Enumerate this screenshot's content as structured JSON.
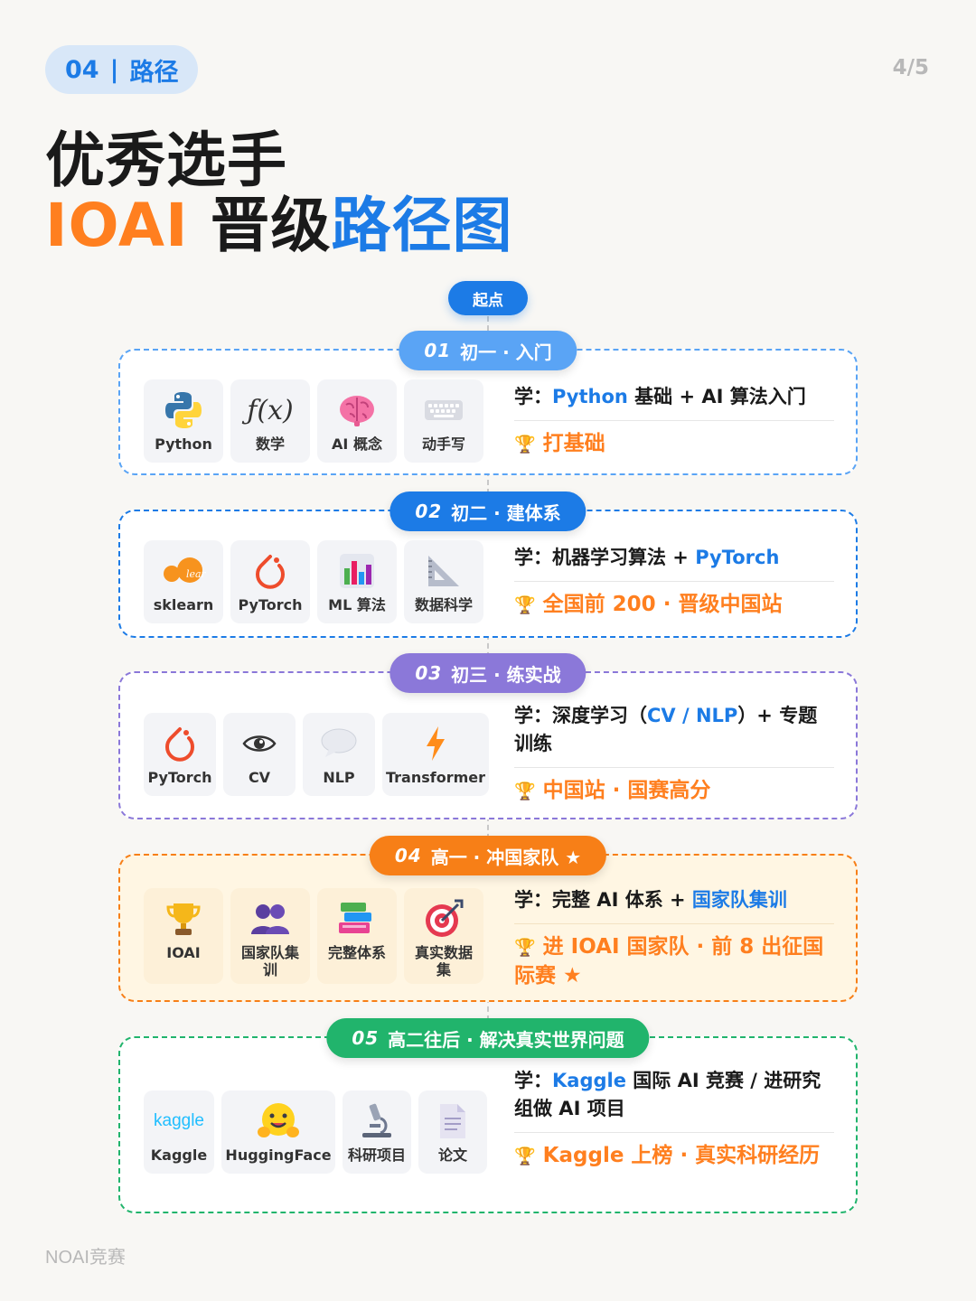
{
  "header": {
    "badge_num": "04",
    "badge_sep": "|",
    "badge_text": "路径",
    "page_indicator": "4/5"
  },
  "title": {
    "line1": "优秀选手",
    "line2_orange": "IOAI",
    "line2_black": " 晋级",
    "line2_blue": "路径图"
  },
  "start_label": "起点",
  "stages": [
    {
      "num": "01",
      "name": "初一 · 入门",
      "color": "#5aa4f5",
      "icons": [
        {
          "label": "Python",
          "icon": "python-logo"
        },
        {
          "label": "数学",
          "icon": "fx-icon"
        },
        {
          "label": "AI 概念",
          "icon": "brain-icon"
        },
        {
          "label": "动手写",
          "icon": "keyboard-icon"
        }
      ],
      "learn_prefix": "学：",
      "learn_hl1": "Python",
      "learn_mid": " 基础 + AI 算法入门",
      "learn_hl2": "",
      "learn_tail": "",
      "goal": "打基础"
    },
    {
      "num": "02",
      "name": "初二 · 建体系",
      "color": "#1c7be6",
      "icons": [
        {
          "label": "sklearn",
          "icon": "sklearn-logo"
        },
        {
          "label": "PyTorch",
          "icon": "pytorch-logo"
        },
        {
          "label": "ML 算法",
          "icon": "bar-chart-icon"
        },
        {
          "label": "数据科学",
          "icon": "triangle-ruler-icon"
        }
      ],
      "learn_prefix": "学：",
      "learn_hl1": "",
      "learn_mid": "机器学习算法 + ",
      "learn_hl2": "PyTorch",
      "learn_tail": "",
      "goal": "全国前 200 · 晋级中国站"
    },
    {
      "num": "03",
      "name": "初三 · 练实战",
      "color": "#8b78d9",
      "icons": [
        {
          "label": "PyTorch",
          "icon": "pytorch-logo"
        },
        {
          "label": "CV",
          "icon": "eye-icon"
        },
        {
          "label": "NLP",
          "icon": "speech-bubble-icon"
        },
        {
          "label": "Transformer",
          "icon": "lightning-icon"
        }
      ],
      "learn_prefix": "学：",
      "learn_hl1": "",
      "learn_mid": "深度学习（",
      "learn_hl2": "CV / NLP",
      "learn_tail": "）+ 专题训练",
      "goal": "中国站 · 国赛高分"
    },
    {
      "num": "04",
      "name": "高一 · 冲国家队 ★",
      "color": "#f77f17",
      "icons": [
        {
          "label": "IOAI",
          "icon": "trophy-icon"
        },
        {
          "label": "国家队集训",
          "icon": "team-icon"
        },
        {
          "label": "完整体系",
          "icon": "books-icon"
        },
        {
          "label": "真实数据集",
          "icon": "target-icon"
        }
      ],
      "learn_prefix": "学：",
      "learn_hl1": "",
      "learn_mid": "完整 AI 体系 + ",
      "learn_hl2": "国家队集训",
      "learn_tail": "",
      "goal": "进 IOAI 国家队 · 前 8 出征国际赛 ★"
    },
    {
      "num": "05",
      "name": "高二往后 · 解决真实世界问题",
      "color": "#21b46c",
      "icons": [
        {
          "label": "Kaggle",
          "icon": "kaggle-logo"
        },
        {
          "label": "HuggingFace",
          "icon": "hugging-face-icon"
        },
        {
          "label": "科研项目",
          "icon": "microscope-icon"
        },
        {
          "label": "论文",
          "icon": "document-icon"
        }
      ],
      "learn_prefix": "学：",
      "learn_hl1": "Kaggle",
      "learn_mid": " 国际 AI 竞赛 / 进研究组做 AI 项目",
      "learn_hl2": "",
      "learn_tail": "",
      "goal": "Kaggle 上榜 · 真实科研经历"
    }
  ],
  "footer": "NOAI竞赛",
  "colors": {
    "blue": "#1c7be6",
    "orange": "#ff7f1f",
    "background": "#f8f7f4"
  }
}
